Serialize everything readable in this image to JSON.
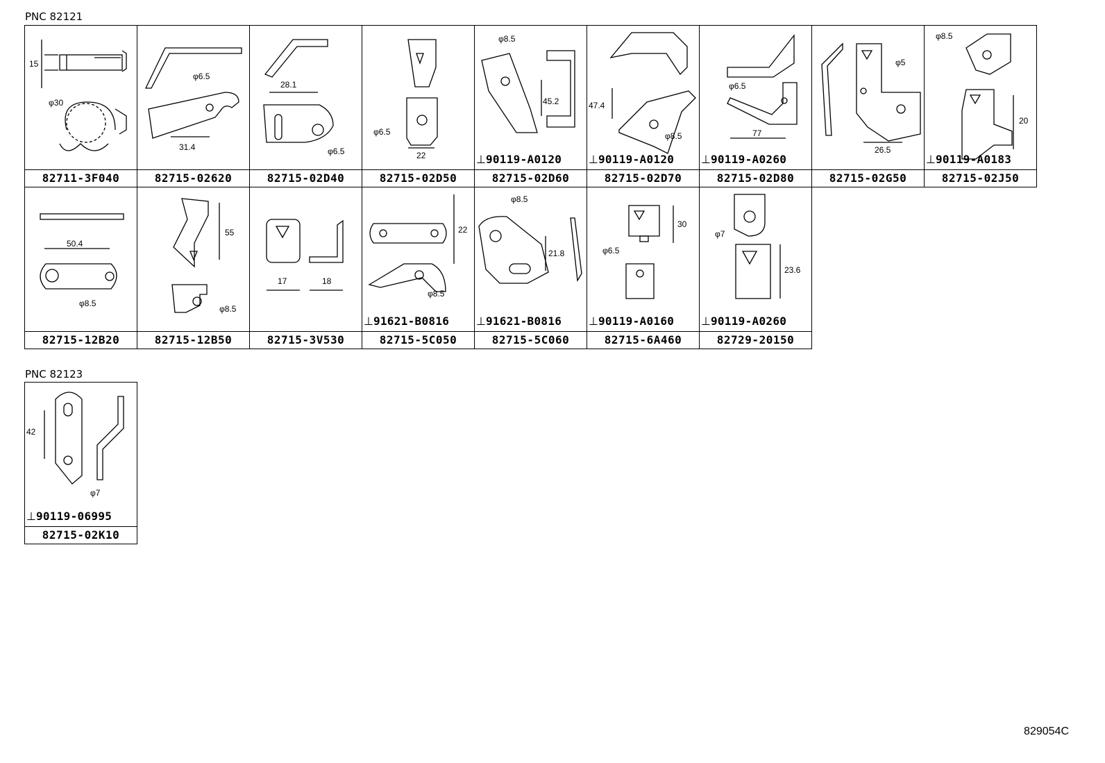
{
  "sections": [
    {
      "label": "PNC 82121",
      "rows": [
        [
          {
            "part": "82711-3F040",
            "dims": [
              "15",
              "φ30"
            ],
            "bolt": ""
          },
          {
            "part": "82715-02620",
            "dims": [
              "φ6.5",
              "31.4"
            ],
            "bolt": ""
          },
          {
            "part": "82715-02D40",
            "dims": [
              "28.1",
              "φ6.5"
            ],
            "bolt": ""
          },
          {
            "part": "82715-02D50",
            "dims": [
              "φ6.5",
              "22"
            ],
            "bolt": ""
          },
          {
            "part": "82715-02D60",
            "dims": [
              "φ8.5",
              "45.2"
            ],
            "bolt": "90119-A0120"
          },
          {
            "part": "82715-02D70",
            "dims": [
              "47.4",
              "φ8.5"
            ],
            "bolt": "90119-A0120"
          },
          {
            "part": "82715-02D80",
            "dims": [
              "φ6.5",
              "77"
            ],
            "bolt": "90119-A0260"
          },
          {
            "part": "82715-02G50",
            "dims": [
              "φ5",
              "26.5"
            ],
            "bolt": ""
          },
          {
            "part": "82715-02J50",
            "dims": [
              "φ8.5",
              "20"
            ],
            "bolt": "90119-A0183"
          }
        ],
        [
          {
            "part": "82715-12B20",
            "dims": [
              "50.4",
              "φ8.5"
            ],
            "bolt": ""
          },
          {
            "part": "82715-12B50",
            "dims": [
              "55",
              "φ8.5"
            ],
            "bolt": ""
          },
          {
            "part": "82715-3V530",
            "dims": [
              "17",
              "18"
            ],
            "bolt": ""
          },
          {
            "part": "82715-5C050",
            "dims": [
              "22",
              "φ8.5"
            ],
            "bolt": "91621-B0816"
          },
          {
            "part": "82715-5C060",
            "dims": [
              "φ8.5",
              "21.8"
            ],
            "bolt": "91621-B0816"
          },
          {
            "part": "82715-6A460",
            "dims": [
              "30",
              "φ6.5"
            ],
            "bolt": "90119-A0160"
          },
          {
            "part": "82729-20150",
            "dims": [
              "φ7",
              "23.6"
            ],
            "bolt": "90119-A0260"
          }
        ]
      ]
    },
    {
      "label": "PNC 82123",
      "rows": [
        [
          {
            "part": "82715-02K10",
            "dims": [
              "42",
              "φ7"
            ],
            "bolt": "90119-06995"
          }
        ]
      ]
    }
  ],
  "footer_code": "829054C"
}
